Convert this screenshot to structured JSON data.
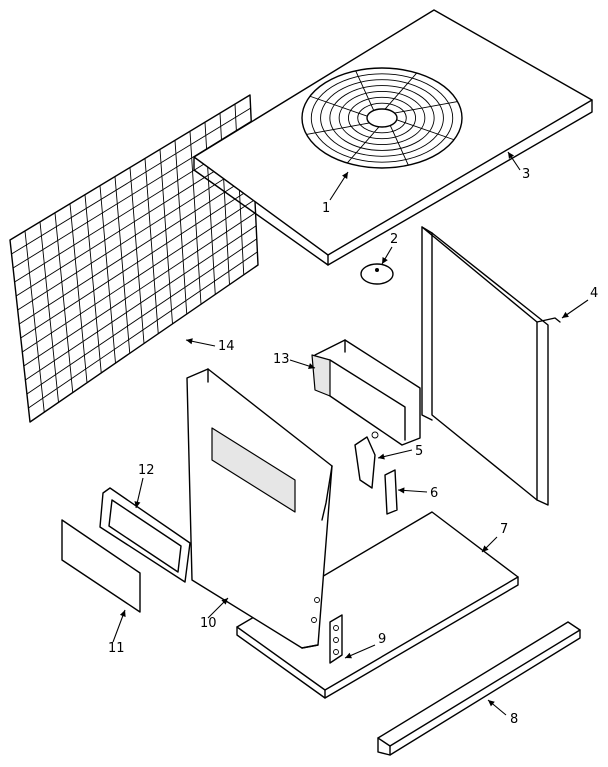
{
  "callouts": [
    {
      "id": "fan-grille",
      "text": "1"
    },
    {
      "id": "fan-cap",
      "text": "2"
    },
    {
      "id": "top-panel",
      "text": "3"
    },
    {
      "id": "rear-panel",
      "text": "4"
    },
    {
      "id": "bracket-5",
      "text": "5"
    },
    {
      "id": "bracket-6",
      "text": "6"
    },
    {
      "id": "base-pan",
      "text": "7"
    },
    {
      "id": "base-rail",
      "text": "8"
    },
    {
      "id": "bracket-9",
      "text": "9"
    },
    {
      "id": "side-panel",
      "text": "10"
    },
    {
      "id": "access-cover",
      "text": "11"
    },
    {
      "id": "gasket-frame",
      "text": "12"
    },
    {
      "id": "duct-collar",
      "text": "13"
    },
    {
      "id": "coil-guard",
      "text": "14"
    }
  ],
  "colors": {
    "line": "#000000",
    "background": "#ffffff"
  }
}
